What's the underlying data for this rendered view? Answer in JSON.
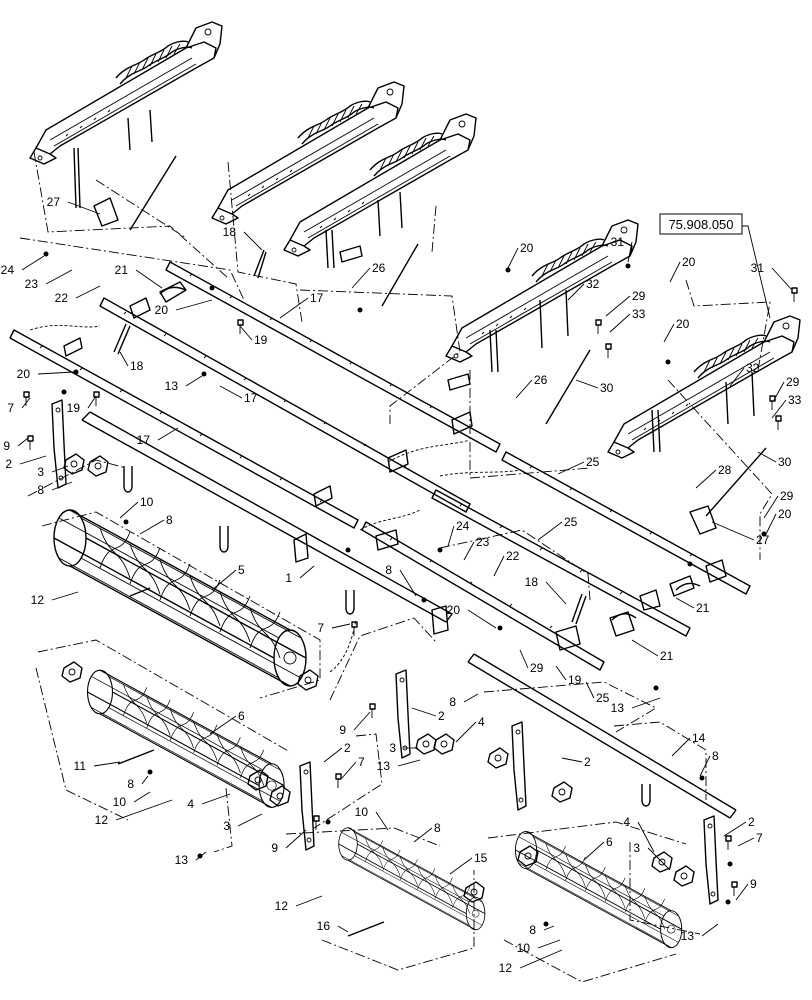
{
  "reference_label": "75.908.050",
  "callouts": [
    {
      "id": "27a",
      "text": "27"
    },
    {
      "id": "24a",
      "text": "24"
    },
    {
      "id": "23a",
      "text": "23"
    },
    {
      "id": "22a",
      "text": "22"
    },
    {
      "id": "18a",
      "text": "18"
    },
    {
      "id": "21a",
      "text": "21"
    },
    {
      "id": "20a",
      "text": "20"
    },
    {
      "id": "17a",
      "text": "17"
    },
    {
      "id": "26a",
      "text": "26"
    },
    {
      "id": "19a",
      "text": "19"
    },
    {
      "id": "18b",
      "text": "18"
    },
    {
      "id": "20b",
      "text": "20"
    },
    {
      "id": "13a",
      "text": "13"
    },
    {
      "id": "17b",
      "text": "17"
    },
    {
      "id": "7a",
      "text": "7"
    },
    {
      "id": "19b",
      "text": "19"
    },
    {
      "id": "17c",
      "text": "17"
    },
    {
      "id": "9a",
      "text": "9"
    },
    {
      "id": "2a",
      "text": "2"
    },
    {
      "id": "3a",
      "text": "3"
    },
    {
      "id": "8a",
      "text": "8"
    },
    {
      "id": "20c",
      "text": "20"
    },
    {
      "id": "31a",
      "text": "31"
    },
    {
      "id": "20d",
      "text": "20"
    },
    {
      "id": "31b",
      "text": "31"
    },
    {
      "id": "32a",
      "text": "32"
    },
    {
      "id": "29a",
      "text": "29"
    },
    {
      "id": "33a",
      "text": "33"
    },
    {
      "id": "20e",
      "text": "20"
    },
    {
      "id": "26b",
      "text": "26"
    },
    {
      "id": "30a",
      "text": "30"
    },
    {
      "id": "32b",
      "text": "32"
    },
    {
      "id": "29b",
      "text": "29"
    },
    {
      "id": "33b",
      "text": "33"
    },
    {
      "id": "25a",
      "text": "25"
    },
    {
      "id": "28a",
      "text": "28"
    },
    {
      "id": "30b",
      "text": "30"
    },
    {
      "id": "29c",
      "text": "29"
    },
    {
      "id": "20f",
      "text": "20"
    },
    {
      "id": "27b",
      "text": "27"
    },
    {
      "id": "10a",
      "text": "10"
    },
    {
      "id": "8b",
      "text": "8"
    },
    {
      "id": "24b",
      "text": "24"
    },
    {
      "id": "23b",
      "text": "23"
    },
    {
      "id": "22b",
      "text": "22"
    },
    {
      "id": "25b",
      "text": "25"
    },
    {
      "id": "5a",
      "text": "5"
    },
    {
      "id": "12a",
      "text": "12"
    },
    {
      "id": "1a",
      "text": "1"
    },
    {
      "id": "8c",
      "text": "8"
    },
    {
      "id": "18c",
      "text": "18"
    },
    {
      "id": "21b",
      "text": "21"
    },
    {
      "id": "7b",
      "text": "7"
    },
    {
      "id": "20g",
      "text": "20"
    },
    {
      "id": "21c",
      "text": "21"
    },
    {
      "id": "29d",
      "text": "29"
    },
    {
      "id": "19c",
      "text": "19"
    },
    {
      "id": "25c",
      "text": "25"
    },
    {
      "id": "6a",
      "text": "6"
    },
    {
      "id": "8d",
      "text": "8"
    },
    {
      "id": "13b",
      "text": "13"
    },
    {
      "id": "9b",
      "text": "9"
    },
    {
      "id": "2b",
      "text": "2"
    },
    {
      "id": "4a",
      "text": "4"
    },
    {
      "id": "14a",
      "text": "14"
    },
    {
      "id": "3b",
      "text": "3"
    },
    {
      "id": "13c",
      "text": "13"
    },
    {
      "id": "11a",
      "text": "11"
    },
    {
      "id": "2c",
      "text": "2"
    },
    {
      "id": "8e",
      "text": "8"
    },
    {
      "id": "7c",
      "text": "7"
    },
    {
      "id": "2d",
      "text": "2"
    },
    {
      "id": "8f",
      "text": "8"
    },
    {
      "id": "10b",
      "text": "10"
    },
    {
      "id": "4b",
      "text": "4"
    },
    {
      "id": "12b",
      "text": "12"
    },
    {
      "id": "3c",
      "text": "3"
    },
    {
      "id": "9c",
      "text": "9"
    },
    {
      "id": "10c",
      "text": "10"
    },
    {
      "id": "8g",
      "text": "8"
    },
    {
      "id": "4c",
      "text": "4"
    },
    {
      "id": "2e",
      "text": "2"
    },
    {
      "id": "7d",
      "text": "7"
    },
    {
      "id": "13d",
      "text": "13"
    },
    {
      "id": "15a",
      "text": "15"
    },
    {
      "id": "6b",
      "text": "6"
    },
    {
      "id": "3d",
      "text": "3"
    },
    {
      "id": "12c",
      "text": "12"
    },
    {
      "id": "9d",
      "text": "9"
    },
    {
      "id": "16a",
      "text": "16"
    },
    {
      "id": "8h",
      "text": "8"
    },
    {
      "id": "10d",
      "text": "10"
    },
    {
      "id": "13e",
      "text": "13"
    },
    {
      "id": "12d",
      "text": "12"
    }
  ]
}
